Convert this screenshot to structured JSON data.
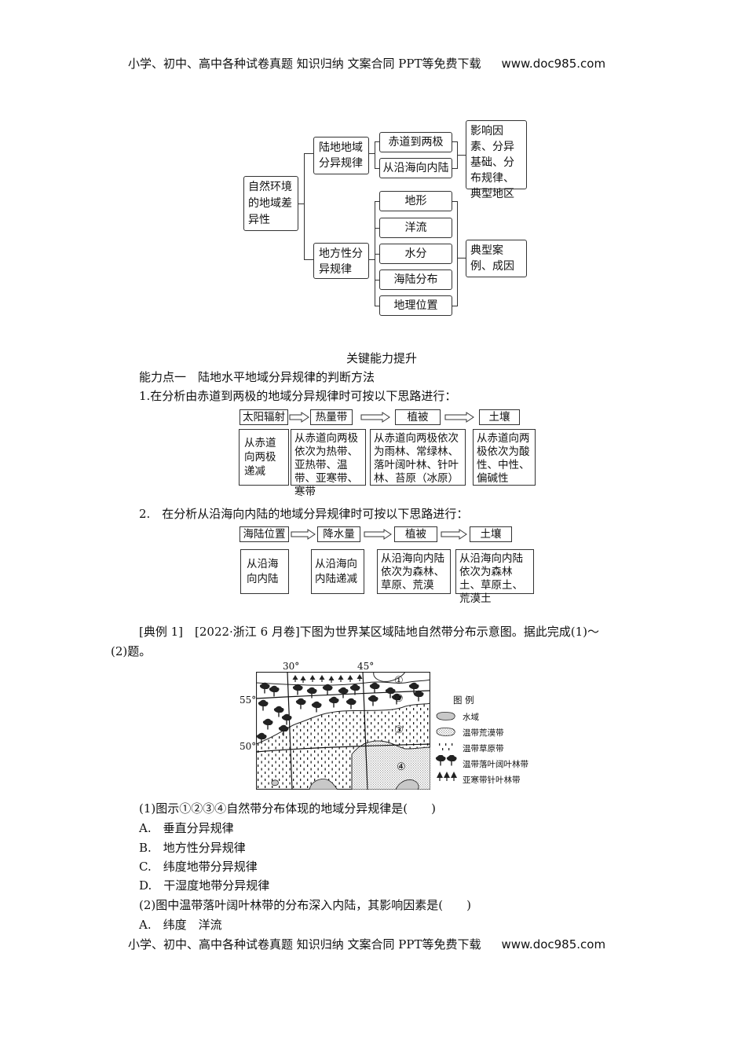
{
  "header": {
    "text": "小学、初中、高中各种试卷真题  知识归纳  文案合同  PPT等免费下载",
    "url": "www.doc985.com"
  },
  "footer": {
    "text": "小学、初中、高中各种试卷真题  知识归纳  文案合同  PPT等免费下载",
    "url": "www.doc985.com"
  },
  "mindmap": {
    "root": "自然环境的地域差异性",
    "branch1": "陆地地域分异规律",
    "branch1_items": [
      "赤道到两极",
      "从沿海向内陆"
    ],
    "branch1_note": "影响因素、分异基础、分布规律、典型地区",
    "branch2": "地方性分异规律",
    "branch2_items": [
      "地形",
      "洋流",
      "水分",
      "海陆分布",
      "地理位置"
    ],
    "branch2_note": "典型案例、成因"
  },
  "section_title": "关键能力提升",
  "point1_title": "能力点一　陆地水平地域分异规律的判断方法",
  "flow1": {
    "intro": "1.在分析由赤道到两极的地域分异规律时可按以下思路进行：",
    "labels": [
      "太阳辐射",
      "热量带",
      "植被",
      "土壤"
    ],
    "boxes": [
      "从赤道向两极递减",
      "从赤道向两极依次为热带、亚热带、温带、亚寒带、寒带",
      "从赤道向两极依次为雨林、常绿林、落叶阔叶林、针叶林、苔原（冰原）",
      "从赤道向两极依次为酸性、中性、偏碱性"
    ]
  },
  "flow2": {
    "intro": "2.　在分析从沿海向内陆的地域分异规律时可按以下思路进行：",
    "labels": [
      "海陆位置",
      "降水量",
      "植被",
      "土壤"
    ],
    "boxes": [
      "从沿海向内陆",
      "从沿海向内陆递减",
      "从沿海向内陆依次为森林、草原、荒漠",
      "从沿海向内陆依次为森林土、草原土、荒漠土"
    ]
  },
  "example": {
    "line1": "[典例 1]　[2022·浙江 6 月卷]下图为世界某区域陆地自然带分布示意图。据此完成(1)～",
    "line2": "(2)题。"
  },
  "map": {
    "lon_labels": [
      "30°",
      "45°"
    ],
    "lat_labels": [
      "55°",
      "50°"
    ],
    "zone_markers": [
      "①",
      "②",
      "③",
      "④"
    ],
    "legend_title": "图  例",
    "legend_items": [
      "水域",
      "温带荒漠带",
      "温带草原带",
      "温带落叶阔叶林带",
      "亚寒带针叶林带"
    ]
  },
  "q1": {
    "stem": "(1)图示①②③④自然带分布体现的地域分异规律是(　　)",
    "options": [
      "A.　垂直分异规律",
      "B.　地方性分异规律",
      "C.　纬度地带分异规律",
      "D.　干湿度地带分异规律"
    ]
  },
  "q2": {
    "stem": "(2)图中温带落叶阔叶林带的分布深入内陆，其影响因素是(　　)",
    "options": [
      "A.　纬度　洋流"
    ]
  }
}
